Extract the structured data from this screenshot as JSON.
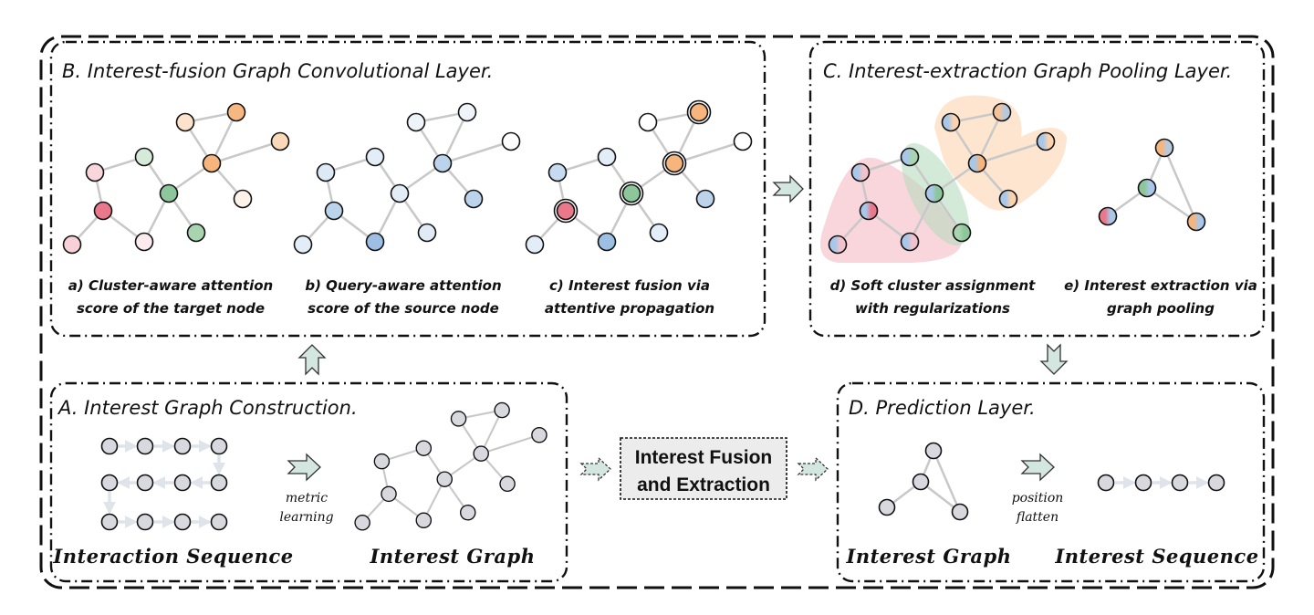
{
  "sections": {
    "b_title": "B. Interest-fusion Graph Convolutional Layer.",
    "c_title": "C. Interest-extraction Graph Pooling Layer.",
    "a_title": "A. Interest Graph Construction.",
    "d_title": "D. Prediction Layer."
  },
  "captions": {
    "a": [
      "a) Cluster-aware attention",
      "score of the target node"
    ],
    "b": [
      "b) Query-aware attention",
      "score of the source node"
    ],
    "c": [
      "c) Interest fusion via",
      "attentive propagation"
    ],
    "d": [
      "d) Soft cluster assignment",
      "with regularizations"
    ],
    "e": [
      "e) Interest extraction via",
      "graph pooling"
    ]
  },
  "construction": {
    "sequence_label": "Interaction Sequence",
    "graph_label": "Interest Graph",
    "arrow_label": [
      "metric",
      "learning"
    ]
  },
  "prediction": {
    "graph_label": "Interest Graph",
    "sequence_label": "Interest Sequence",
    "arrow_label": [
      "position",
      "flatten"
    ]
  },
  "center_box": [
    "Interest Fusion",
    "and Extraction"
  ],
  "colors": {
    "red": "#e8788a",
    "green": "#8cc69a",
    "orange": "#f5b57c",
    "blue": "#9dbfe3",
    "gray": "#d8d8df"
  }
}
